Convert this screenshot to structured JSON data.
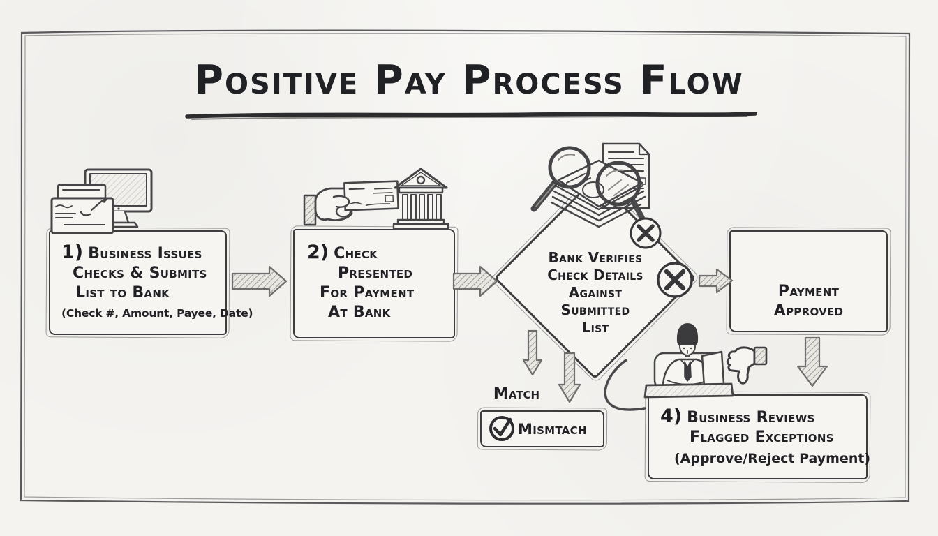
{
  "title": "Positive Pay Process Flow",
  "nodes": {
    "step1": {
      "number": "1)",
      "lines": [
        "Business Issues",
        "Checks & Submits",
        "List to Bank"
      ],
      "note": "(Check #, Amount, Payee, Date)"
    },
    "step2": {
      "number": "2)",
      "lines": [
        "Check",
        "Presented",
        "For Payment",
        "At Bank"
      ]
    },
    "decision": {
      "lines": [
        "Bank Verifies",
        "Check Details",
        "Against",
        "Submitted",
        "List"
      ]
    },
    "approved": {
      "lines": [
        "Payment",
        "Approved"
      ]
    },
    "review": {
      "number": "4)",
      "lines": [
        "Business Reviews",
        "Flagged Exceptions"
      ],
      "note": "(Approve/Reject Payment)"
    },
    "match_label": "Match",
    "mismatch_label": "Mismtach"
  },
  "icons": {
    "step1": [
      "computer-monitor-icon",
      "check-stack-icon"
    ],
    "step2": [
      "hand-holding-check-icon",
      "bank-building-icon"
    ],
    "decision": [
      "magnifying-glasses-over-documents-icon",
      "document-icon"
    ],
    "reject_markers": [
      "x-circle-icon",
      "x-circle-icon"
    ],
    "match_marker": "circled-checkmark-icon",
    "review": [
      "person-at-desk-icon",
      "thumbs-down-icon"
    ]
  },
  "colors": {
    "paper": "#f4f3f0",
    "ink": "#222226",
    "sketch": "#454547",
    "arrow_outline": "#6e6e6e",
    "arrow_hatch": "#9d9b95"
  }
}
